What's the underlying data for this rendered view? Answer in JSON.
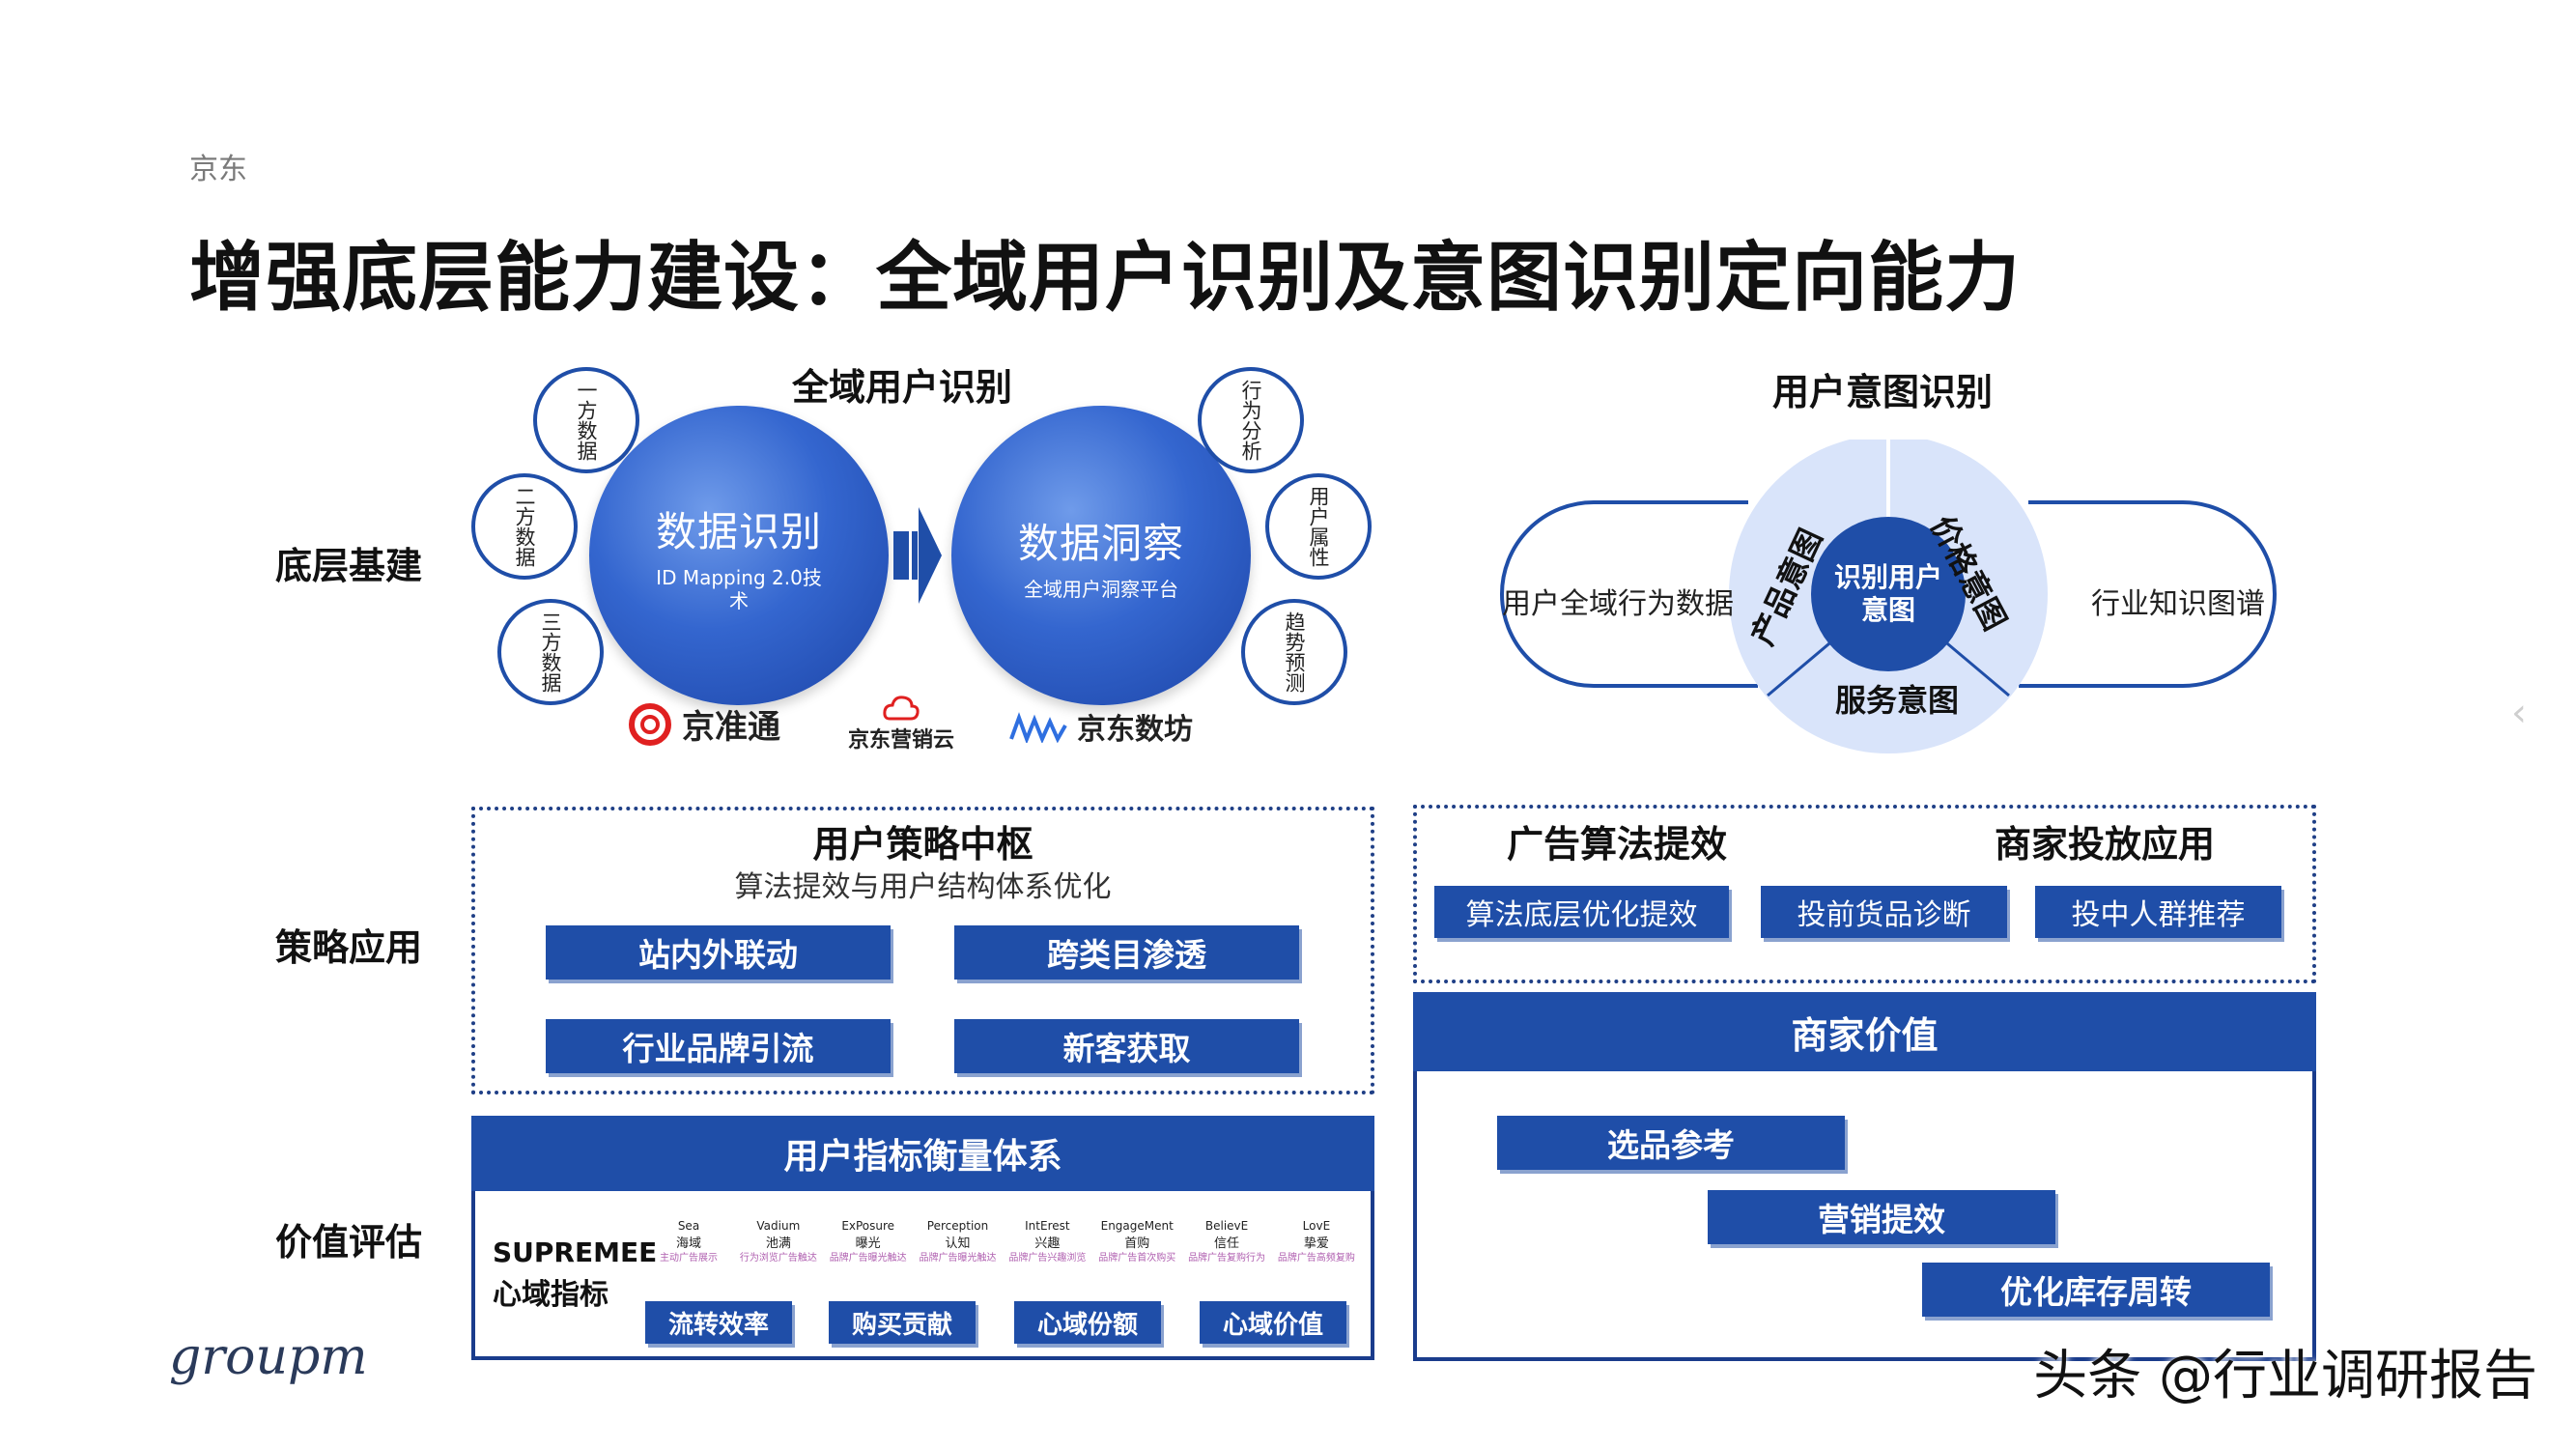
{
  "brand": "京东",
  "title": "增强底层能力建设：全域用户识别及意图识别定向能力",
  "row_labels": [
    "底层基建",
    "策略应用",
    "价值评估"
  ],
  "identity": {
    "title": "全域用户识别",
    "left_small": [
      "一方数据",
      "二方数据",
      "三方数据"
    ],
    "right_small": [
      "行为分析",
      "用户属性",
      "趋势预测"
    ],
    "circle1": {
      "title": "数据识别",
      "sub": "ID Mapping 2.0技术"
    },
    "circle2": {
      "title": "数据洞察",
      "sub": "全域用户洞察平台"
    },
    "logos": [
      "京准通",
      "京东营销云",
      "京东数坊"
    ]
  },
  "intent": {
    "title": "用户意图识别",
    "left_text": "用户全域行为数据",
    "right_text": "行业知识图谱",
    "center": "识别用户意图",
    "segments": [
      "产品意图",
      "价格意图",
      "服务意图"
    ]
  },
  "strategy": {
    "title": "用户策略中枢",
    "subtitle": "算法提效与用户结构体系优化",
    "buttons": [
      "站内外联动",
      "跨类目渗透",
      "行业品牌引流",
      "新客获取"
    ]
  },
  "ad": {
    "title1": "广告算法提效",
    "title2": "商家投放应用",
    "buttons": [
      "算法底层优化提效",
      "投前货品诊断",
      "投中人群推荐"
    ]
  },
  "metrics": {
    "title": "用户指标衡量体系",
    "label1": "SUPREMEE",
    "label2": "心域指标",
    "items": [
      {
        "en": "Sea",
        "zh": "海域",
        "note": "主动广告展示"
      },
      {
        "en": "Vadium",
        "zh": "池满",
        "note": "行为浏览广告触达"
      },
      {
        "en": "ExPosure",
        "zh": "曝光",
        "note": "品牌广告曝光触达"
      },
      {
        "en": "Perception",
        "zh": "认知",
        "note": "品牌广告曝光触达"
      },
      {
        "en": "IntErest",
        "zh": "兴趣",
        "note": "品牌广告兴趣浏览"
      },
      {
        "en": "EngageMent",
        "zh": "首购",
        "note": "品牌广告首次购买"
      },
      {
        "en": "BelievE",
        "zh": "信任",
        "note": "品牌广告复购行为"
      },
      {
        "en": "LovE",
        "zh": "挚爱",
        "note": "品牌广告高频复购"
      }
    ],
    "buttons": [
      "流转效率",
      "购买贡献",
      "心域份额",
      "心域价值"
    ]
  },
  "merchant": {
    "title": "商家价值",
    "steps": [
      "选品参考",
      "营销提效",
      "优化库存周转"
    ]
  },
  "footer_logo": "groupm",
  "watermark": "头条 @行业调研报告"
}
